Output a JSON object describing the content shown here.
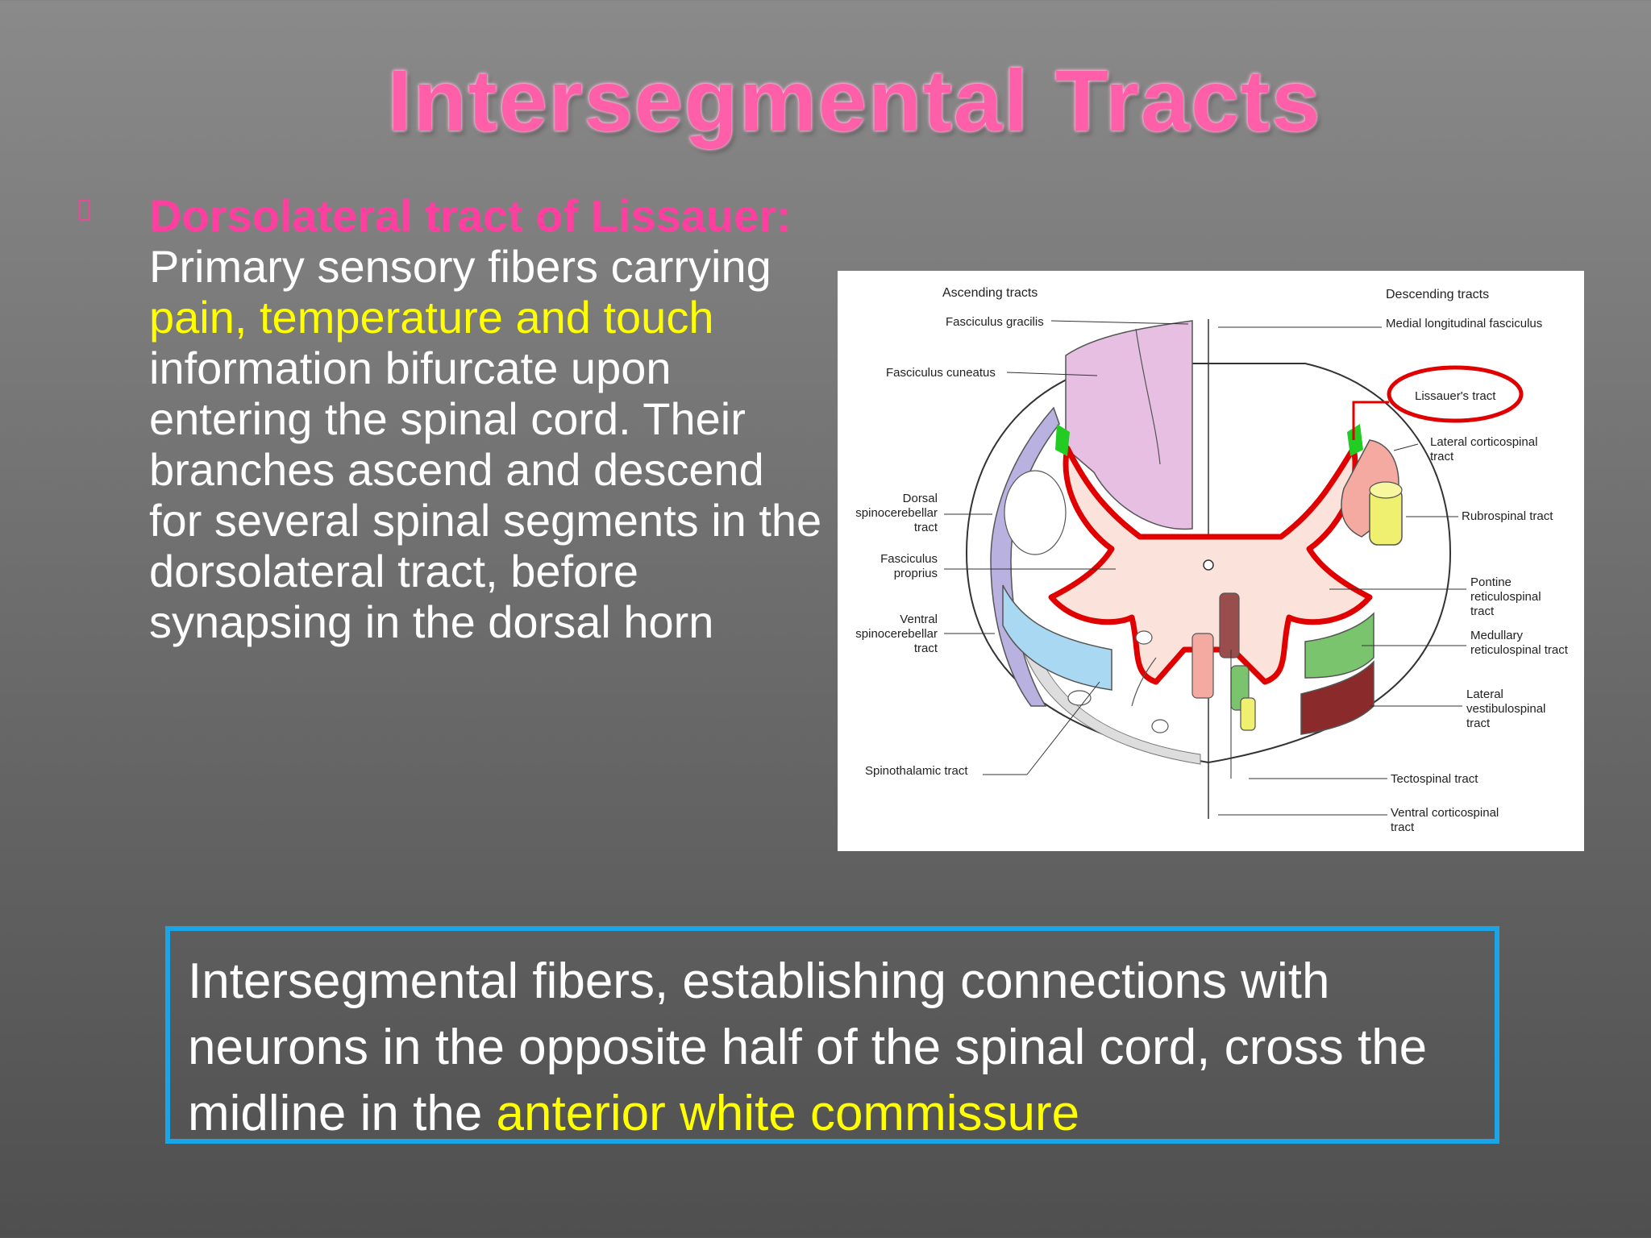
{
  "slide": {
    "title": "Intersegmental Tracts",
    "bullet": {
      "term": "Dorsolateral tract of Lissauer:",
      "text_1": " Primary sensory fibers carrying ",
      "highlight": "pain, temperature and touch",
      "text_2": " information bifurcate upon entering the spinal cord. Their branches ascend and descend for several spinal segments in the dorsolateral tract, before synapsing in the dorsal horn"
    },
    "callout": {
      "text": "Intersegmental fibers, establishing connections with neurons in the opposite half of the spinal cord, cross the midline in the ",
      "highlight": "anterior white commissure"
    }
  },
  "figure": {
    "ascending_heading": "Ascending tracts",
    "descending_heading": "Descending tracts",
    "labels": {
      "fasciculus_gracilis": "Fasciculus gracilis",
      "fasciculus_cuneatus": "Fasciculus cuneatus",
      "dorsal_1": "Dorsal",
      "dorsal_2": "spinocerebellar",
      "dorsal_3": "tract",
      "proprius_1": "Fasciculus",
      "proprius_2": "proprius",
      "ventral_1": "Ventral",
      "ventral_2": "spinocerebellar",
      "ventral_3": "tract",
      "spinothalamic": "Spinothalamic tract",
      "medial_longitudinal": "Medial longitudinal fasciculus",
      "lissauer": "Lissauer's tract",
      "lateral_cs_1": "Lateral corticospinal",
      "lateral_cs_2": "tract",
      "rubrospinal": "Rubrospinal tract",
      "pontine_1": "Pontine",
      "pontine_2": "reticulospinal",
      "pontine_3": "tract",
      "medullary_1": "Medullary",
      "medullary_2": "reticulospinal tract",
      "lateral_vs_1": "Lateral",
      "lateral_vs_2": "vestibulospinal",
      "lateral_vs_3": "tract",
      "tectospinal": "Tectospinal tract",
      "ventral_cs_1": "Ventral corticospinal",
      "ventral_cs_2": "tract"
    },
    "colors": {
      "highlight_outline": "#e00000",
      "lissauer_zone": "#22cc22",
      "gray_matter": "#fbe3dc",
      "gracilis": "#e6bfe3",
      "ventral_spinocerebellar": "#a9d8f2",
      "dorsal_spinocerebellar": "#b9b2e0",
      "rubrospinal": "#f0f070",
      "lateral_corticospinal": "#f4aaa0",
      "reticulospinal": "#79c46c",
      "vestibulospinal": "#8b2a2a"
    }
  }
}
